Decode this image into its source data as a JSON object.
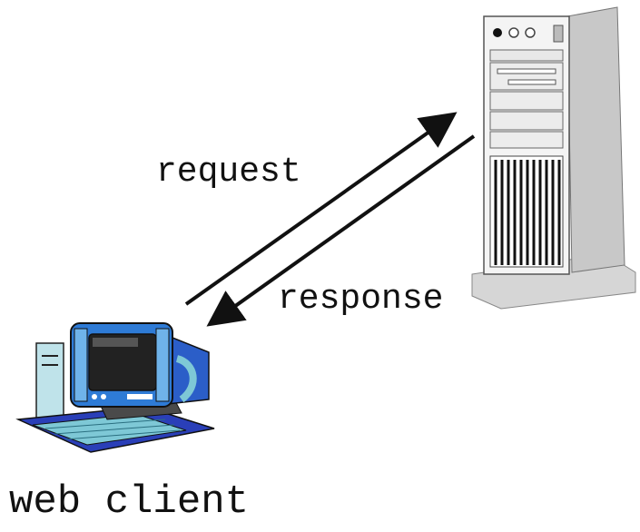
{
  "labels": {
    "request": "request",
    "response": "response",
    "client": "web client"
  },
  "icons": {
    "server": "server-tower-icon",
    "client": "desktop-computer-icon"
  },
  "colors": {
    "arrow": "#111111",
    "server_body": "#f0f0f0",
    "server_side": "#d0d0d0",
    "monitor_frame": "#2e7bd6",
    "monitor_screen": "#222222",
    "keyboard": "#7ec8d6"
  }
}
